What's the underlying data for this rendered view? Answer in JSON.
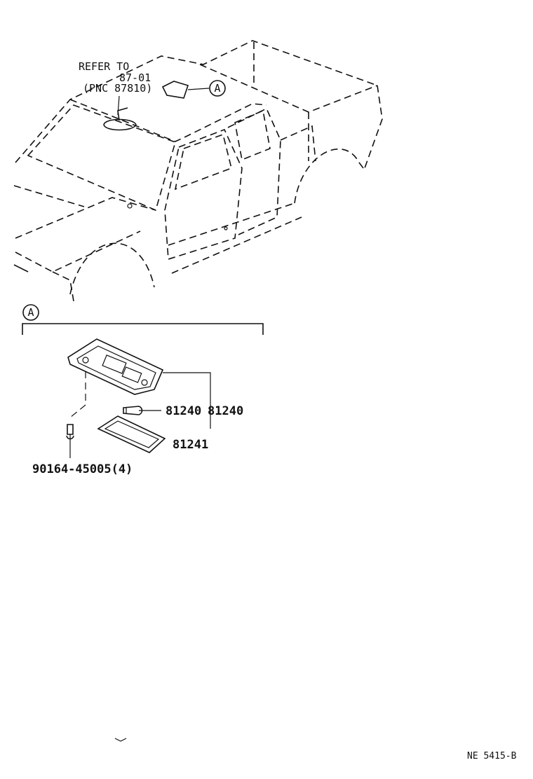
{
  "labels": {
    "refer_to": "REFER TO",
    "refer_page": "87-01",
    "refer_pnc": "(PNC 87810)",
    "callout_a_truck": "A",
    "callout_a_detail": "A",
    "part_81240": "81240",
    "part_81240_overlap": "81240",
    "part_81241": "81241",
    "part_bolt": "90164-45005(4)",
    "figure_code": "NE 5415-B"
  }
}
